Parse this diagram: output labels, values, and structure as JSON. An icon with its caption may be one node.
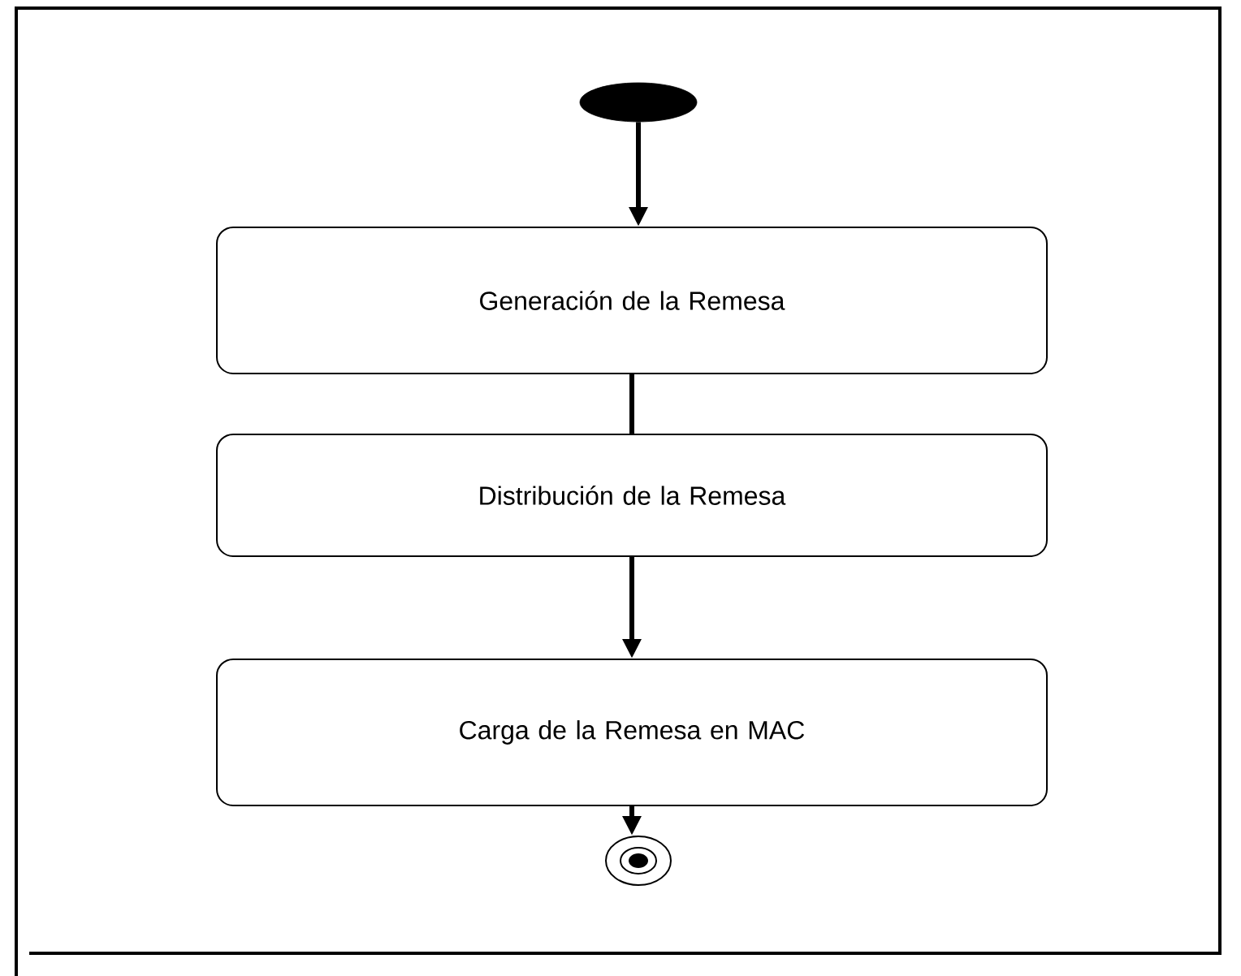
{
  "diagram": {
    "nodes": [
      {
        "text": [],
        "shape": "ellipse"
      },
      {
        "text": [
          "Generación de la Remesa"
        ]
      },
      {
        "text": [
          "Distribución de la Remesa"
        ]
      },
      {
        "text": [
          "Carga de la Remesa en MAC"
        ]
      },
      {
        "text": [],
        "shape": "circle"
      }
    ],
    "edges": [
      {
        "from": 0,
        "to": 1,
        "arrow": "to"
      },
      {
        "from": 1,
        "to": 2,
        "arrow": "none"
      },
      {
        "from": 2,
        "to": 3,
        "arrow": "to"
      },
      {
        "from": 3,
        "to": 4,
        "arrow": "to"
      }
    ]
  }
}
